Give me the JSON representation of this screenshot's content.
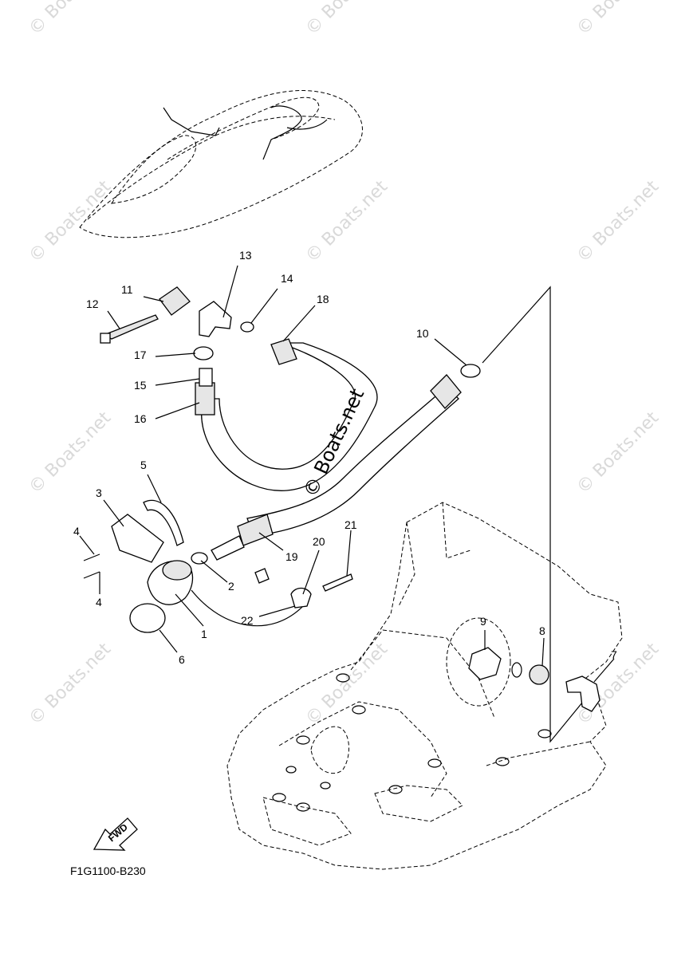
{
  "diagram": {
    "drawing_code": "F1G1100-B230",
    "fwd_label": "FWD",
    "watermark": "© Boats.net",
    "callouts": [
      "1",
      "2",
      "3",
      "4",
      "4",
      "5",
      "6",
      "7",
      "8",
      "9",
      "10",
      "11",
      "12",
      "13",
      "14",
      "15",
      "16",
      "17",
      "18",
      "19",
      "20",
      "21",
      "22"
    ]
  }
}
